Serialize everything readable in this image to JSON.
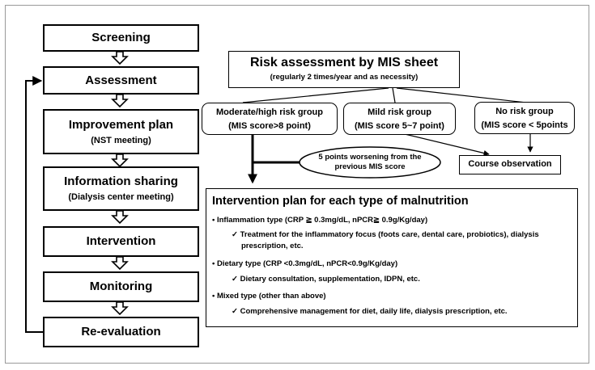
{
  "flow": {
    "screening": "Screening",
    "assessment": "Assessment",
    "improvement_plan": "Improvement plan",
    "improvement_plan_sub": "(NST meeting)",
    "information_sharing": "Information sharing",
    "information_sharing_sub": "(Dialysis center meeting)",
    "intervention": "Intervention",
    "monitoring": "Monitoring",
    "re_evaluation": "Re-evaluation"
  },
  "risk": {
    "title": "Risk assessment by MIS sheet",
    "subtitle": "(regularly 2 times/year and as necessity)",
    "moderate": {
      "label": "Moderate/high risk group",
      "criterion": "(MIS score>8 point)"
    },
    "mild": {
      "label": "Mild risk group",
      "criterion": "(MIS score 5~7 point)"
    },
    "none": {
      "label": "No risk group",
      "criterion": "(MIS score < 5points"
    },
    "worsening_line1": "5 points worsening from the",
    "worsening_line2": "previous MIS score",
    "course_observation": "Course observation"
  },
  "intervention_plan": {
    "title": "Intervention plan for each type of malnutrition",
    "inflammation_type": "Inflammation type (CRP ≧ 0.3mg/dL, nPCR≧ 0.9g/Kg/day)",
    "inflammation_detail_1": "Treatment for the inflammatory focus (foots care, dental care, probiotics),  dialysis",
    "inflammation_detail_2": "prescription, etc.",
    "dietary_type": "Dietary type (CRP <0.3mg/dL, nPCR<0.9g/Kg/day)",
    "dietary_detail": "Dietary consultation, supplementation, IDPN, etc.",
    "mixed_type": "Mixed type (other than above)",
    "mixed_detail": "Comprehensive management for diet, daily life, dialysis prescription, etc.",
    "bullet": "•",
    "check": "✓"
  }
}
